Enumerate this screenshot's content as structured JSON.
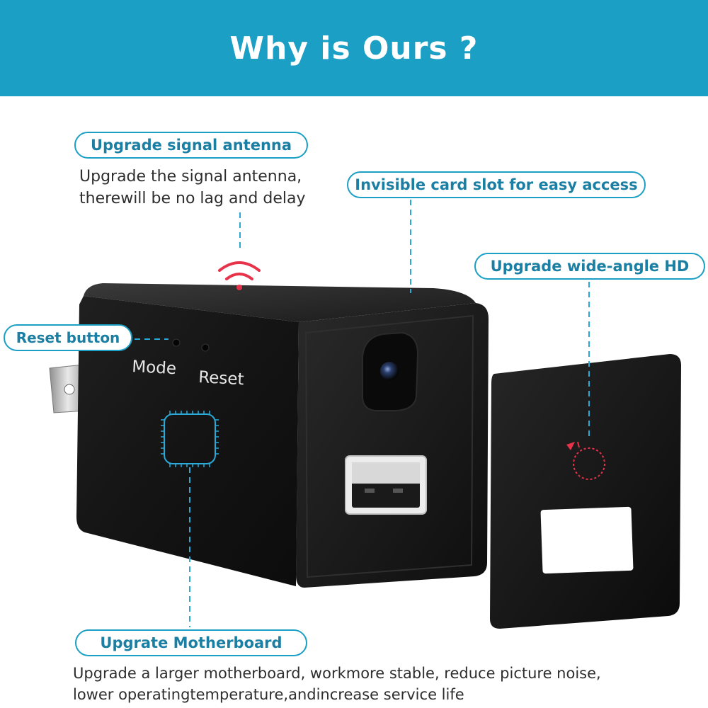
{
  "header": {
    "title": "Why is Ours ?"
  },
  "callouts": {
    "antenna": {
      "label": "Upgrade signal antenna",
      "desc_line1": "Upgrade the signal antenna,",
      "desc_line2": "therewill be no lag and delay"
    },
    "card_slot": {
      "label": "Invisible card slot for easy access"
    },
    "wide_angle": {
      "label": "Upgrade wide-angle HD"
    },
    "reset": {
      "label": "Reset button"
    },
    "motherboard": {
      "label": "Upgrate Motherboard",
      "desc_line1": "Upgrade a larger motherboard, workmore stable, reduce picture noise,",
      "desc_line2": "lower operatingtemperature,andincrease service life"
    }
  },
  "device": {
    "mode_label": "Mode",
    "reset_label": "Reset"
  },
  "colors": {
    "accent": "#1c9fc4",
    "accent_text": "#1b7fa3",
    "wifi": "#e8324a",
    "device_body": "#141414"
  },
  "icons": [
    "wifi-icon",
    "chip-icon",
    "camera-lens-icon",
    "usb-port-icon",
    "lens-target-icon"
  ]
}
